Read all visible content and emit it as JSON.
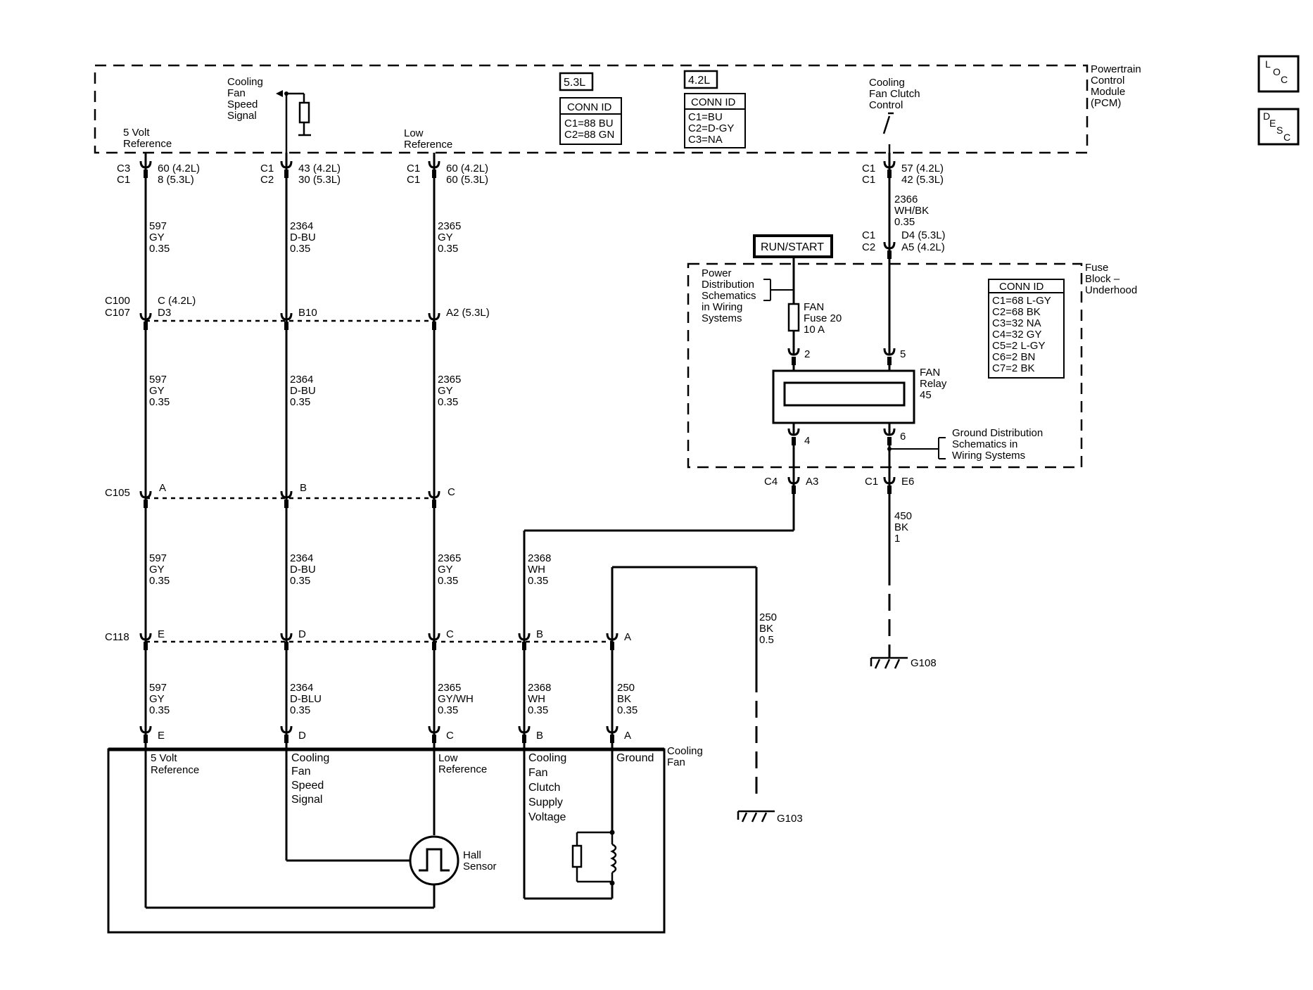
{
  "pcm": {
    "name": [
      "Powertrain",
      "Control",
      "Module",
      "(PCM)"
    ],
    "cooling_fan_speed_signal": [
      "Cooling",
      "Fan",
      "Speed",
      "Signal"
    ],
    "five_volt_reference": [
      "5 Volt",
      "Reference"
    ],
    "low_reference": [
      "Low",
      "Reference"
    ],
    "fan_clutch_control": [
      "Cooling",
      "Fan Clutch",
      "Control"
    ],
    "engine_53": "5.3L",
    "engine_42": "4.2L",
    "conn_53": {
      "title": "CONN ID",
      "lines": [
        "C1=88 BU",
        "C2=88 GN"
      ]
    },
    "conn_42": {
      "title": "CONN ID",
      "lines": [
        "C1=BU",
        "C2=D-GY",
        "C3=NA"
      ]
    }
  },
  "loc_badge": [
    "L",
    "O",
    "C"
  ],
  "desc_badge": [
    "D",
    "E",
    "S",
    "C"
  ],
  "pcm_pins": {
    "w1": {
      "conn": [
        "C3",
        "C1"
      ],
      "pin": [
        "60 (4.2L)",
        "8 (5.3L)"
      ]
    },
    "w2": {
      "conn": [
        "C1",
        "C2"
      ],
      "pin": [
        "43 (4.2L)",
        "30 (5.3L)"
      ]
    },
    "w3": {
      "conn": [
        "C1",
        "C1"
      ],
      "pin": [
        "60 (4.2L)",
        "60 (5.3L)"
      ]
    },
    "w6": {
      "conn": [
        "C1",
        "C1"
      ],
      "pin": [
        "57 (4.2L)",
        "42 (5.3L)"
      ]
    }
  },
  "wires": {
    "w1": {
      "a": [
        "597",
        "GY",
        "0.35"
      ],
      "b": [
        "597",
        "GY",
        "0.35"
      ],
      "c": [
        "597",
        "GY",
        "0.35"
      ],
      "d": [
        "597",
        "GY",
        "0.35"
      ]
    },
    "w2": {
      "a": [
        "2364",
        "D-BU",
        "0.35"
      ],
      "b": [
        "2364",
        "D-BU",
        "0.35"
      ],
      "c": [
        "2364",
        "D-BU",
        "0.35"
      ],
      "d": [
        "2364",
        "D-BLU",
        "0.35"
      ]
    },
    "w3": {
      "a": [
        "2365",
        "GY",
        "0.35"
      ],
      "b": [
        "2365",
        "GY",
        "0.35"
      ],
      "c": [
        "2365",
        "GY",
        "0.35"
      ],
      "d": [
        "2365",
        "GY/WH",
        "0.35"
      ]
    },
    "w4": {
      "c": [
        "2368",
        "WH",
        "0.35"
      ],
      "d": [
        "2368",
        "WH",
        "0.35"
      ]
    },
    "w5": {
      "d": [
        "250",
        "BK",
        "0.35"
      ]
    },
    "w6": {
      "a": [
        "2366",
        "WH/BK",
        "0.35"
      ]
    },
    "g108_wire": [
      "450",
      "BK",
      "1"
    ],
    "g103_wire": [
      "250",
      "BK",
      "0.5"
    ]
  },
  "c100": {
    "names": [
      "C100",
      "C107"
    ],
    "p1": [
      "C (4.2L)",
      "D3"
    ],
    "p2": "B10",
    "p3": "A2 (5.3L)"
  },
  "c105": {
    "name": "C105",
    "p1": "A",
    "p2": "B",
    "p3": "C"
  },
  "c118": {
    "name": "C118",
    "p1": "E",
    "p2": "D",
    "p3": "C",
    "p4": "B",
    "p5": "A"
  },
  "fan_pins": {
    "p1": "E",
    "p2": "D",
    "p3": "C",
    "p4": "B",
    "p5": "A"
  },
  "fuse_block": {
    "name": [
      "Fuse",
      "Block –",
      "Underhood"
    ],
    "run_start": "RUN/START",
    "power_dist": [
      "Power",
      "Distribution",
      "Schematics",
      "in Wiring",
      "Systems"
    ],
    "fuse": [
      "FAN",
      "Fuse 20",
      "10 A"
    ],
    "relay": [
      "FAN",
      "Relay",
      "45"
    ],
    "pin2": "2",
    "pin5": "5",
    "pin4": "4",
    "pin6": "6",
    "ground_dist": [
      "Ground Distribution",
      "Schematics in",
      "Wiring Systems"
    ],
    "conn_id": {
      "title": "CONN ID",
      "lines": [
        "C1=68 L-GY",
        "C2=68 BK",
        "C3=32 NA",
        "C4=32 GY",
        "C5=2 L-GY",
        "C6=2 BN",
        "C7=2 BK"
      ]
    },
    "in_conn": [
      "C1",
      "C2"
    ],
    "in_pin": [
      "D4 (5.3L)",
      "A5 (4.2L)"
    ],
    "out_left": [
      "C4",
      "A3"
    ],
    "out_right": [
      "C1",
      "E6"
    ]
  },
  "cooling_fan": {
    "name": [
      "Cooling",
      "Fan"
    ],
    "five_volt": [
      "5 Volt",
      "Reference"
    ],
    "speed_signal": [
      "Cooling",
      "Fan",
      "Speed",
      "Signal"
    ],
    "low_ref": [
      "Low",
      "Reference"
    ],
    "clutch_supply": [
      "Cooling",
      "Fan",
      "Clutch",
      "Supply",
      "Voltage"
    ],
    "ground": "Ground",
    "hall_sensor": [
      "Hall",
      "Sensor"
    ]
  },
  "grounds": {
    "g108": "G108",
    "g103": "G103"
  }
}
